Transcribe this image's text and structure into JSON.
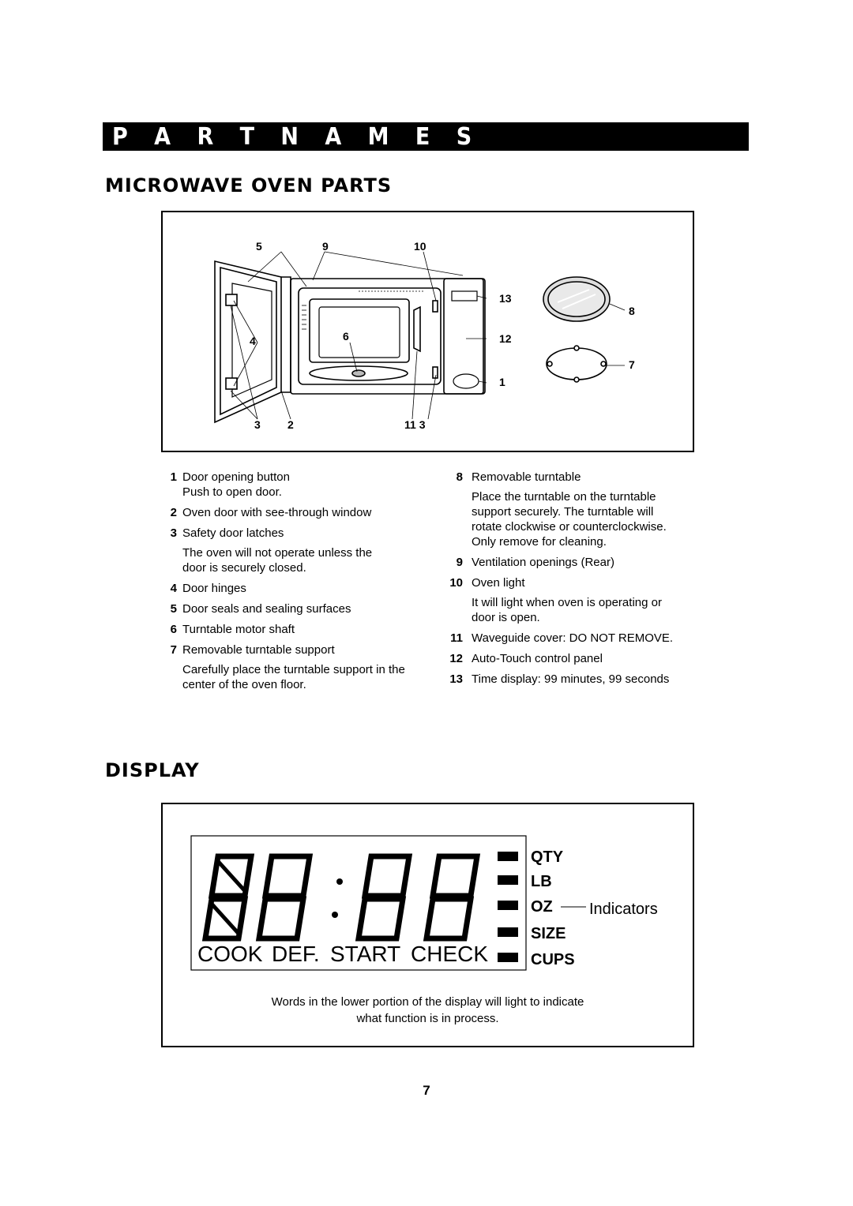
{
  "banner": {
    "title": "P A R T   N A M E S"
  },
  "oven_section": {
    "heading": "MICROWAVE OVEN PARTS",
    "callouts": {
      "c5": "5",
      "c9": "9",
      "c10": "10",
      "c13": "13",
      "c8": "8",
      "c4": "4",
      "c6": "6",
      "c12": "12",
      "c7": "7",
      "c1": "1",
      "c3a": "3",
      "c2": "2",
      "c11_3": "11 3"
    }
  },
  "parts_left": [
    {
      "num": "1",
      "label": "Door opening button",
      "sub": "Push to open door."
    },
    {
      "num": "2",
      "label": "Oven door with see-through window"
    },
    {
      "num": "3",
      "label": "Safety door latches",
      "note": "The oven will not operate unless the door is  securely closed."
    },
    {
      "num": "4",
      "label": "Door hinges"
    },
    {
      "num": "5",
      "label": "Door seals and sealing surfaces"
    },
    {
      "num": "6",
      "label": "Turntable motor shaft"
    },
    {
      "num": "7",
      "label": "Removable turntable support",
      "note": "Carefully place the turntable support in the center of the oven floor."
    }
  ],
  "parts_right": [
    {
      "num": "8",
      "label": "Removable turntable",
      "note": "Place the turntable on the turntable support securely. The turntable will rotate clockwise or counterclockwise. Only remove for cleaning."
    },
    {
      "num": "9",
      "label": "Ventilation openings (Rear)"
    },
    {
      "num": "10",
      "label": "Oven light",
      "note": "It will light when oven is operating or door is open."
    },
    {
      "num": "11",
      "label": "Waveguide cover: DO NOT REMOVE."
    },
    {
      "num": "12",
      "label": "Auto-Touch control panel"
    },
    {
      "num": "13",
      "label": "Time display: 99 minutes, 99 seconds"
    }
  ],
  "display_section": {
    "heading": "DISPLAY",
    "words": {
      "cook": "COOK",
      "def": "DEF.",
      "start": "START",
      "check": "CHECK"
    },
    "indicators": {
      "qty": "QTY",
      "lb": "LB",
      "oz": "OZ",
      "size": "SIZE",
      "cups": "CUPS",
      "label": "Indicators"
    },
    "caption_line1": "Words in the lower portion of the display will light to indicate",
    "caption_line2": "what function is in process."
  },
  "page_number": "7"
}
